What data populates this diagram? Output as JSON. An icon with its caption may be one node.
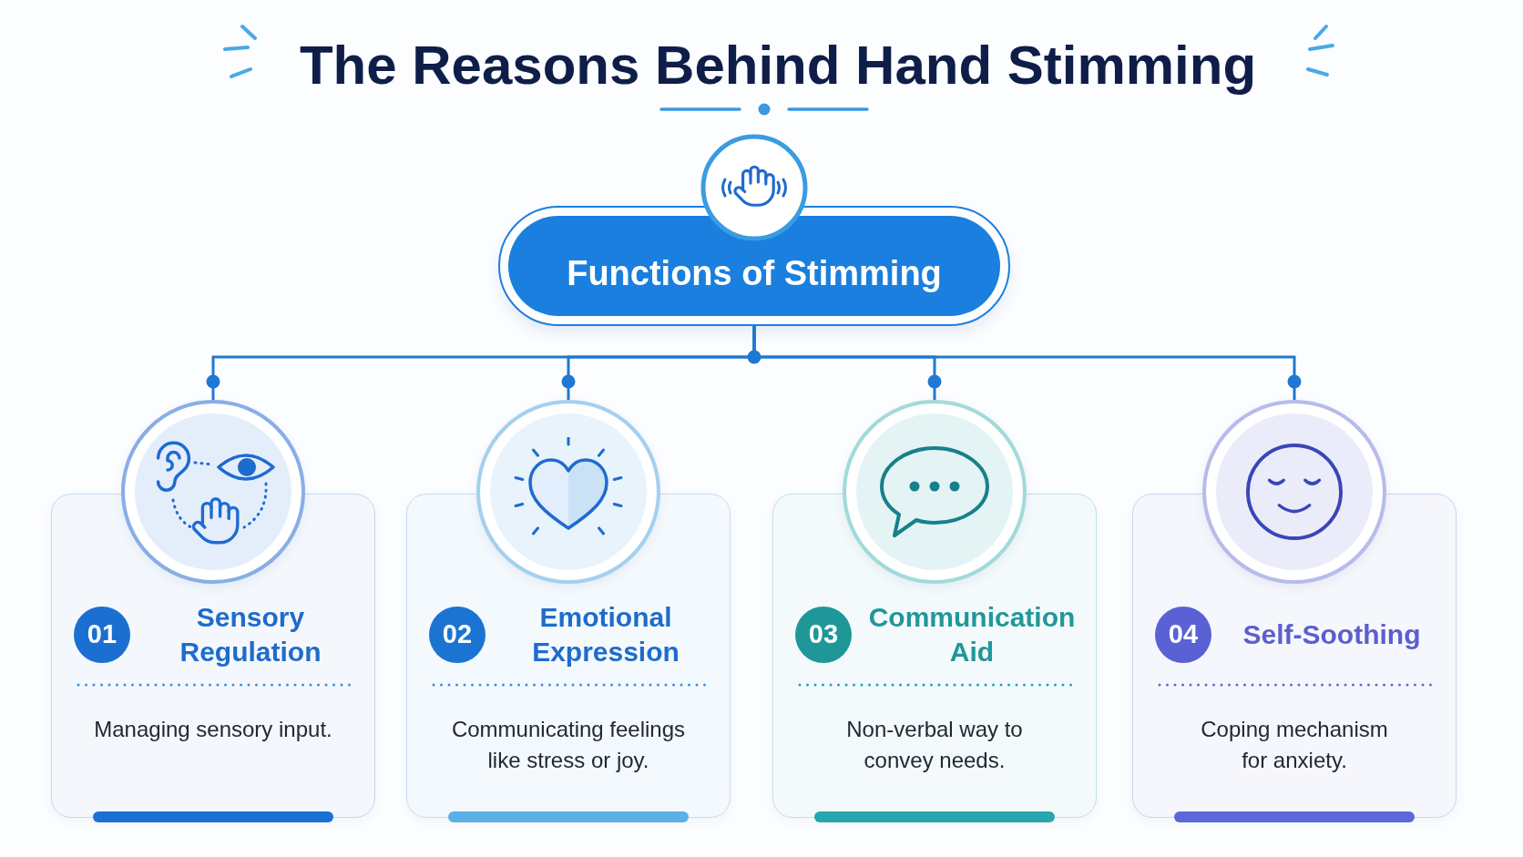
{
  "diagram": {
    "title": "The Reasons Behind Hand Stimming",
    "nodes": [
      {
        "text": [
          "Functions of Stimming"
        ]
      },
      {
        "text": [],
        "shape": "circle"
      },
      {
        "text": [
          "Sensory Regulation",
          "Managing sensory input."
        ]
      },
      {
        "text": [
          "01"
        ],
        "in": 2
      },
      {
        "text": [],
        "shape": "circle"
      },
      {
        "text": [
          "Emotional Expression",
          "Communicating feelings like stress or joy."
        ]
      },
      {
        "text": [
          "02"
        ],
        "in": 5
      },
      {
        "text": [],
        "shape": "circle"
      },
      {
        "text": [
          "Communication Aid",
          "Non-verbal way to convey needs."
        ]
      },
      {
        "text": [
          "03"
        ],
        "in": 8
      },
      {
        "text": [],
        "shape": "circle"
      },
      {
        "text": [
          "Self-Soothing",
          "Coping mechanism for anxiety."
        ]
      },
      {
        "text": [
          "04"
        ],
        "in": 11
      }
    ],
    "edges": [
      {
        "from": 0,
        "to": 1,
        "arrow": "none"
      },
      {
        "from": 0,
        "to": 4,
        "arrow": "none"
      },
      {
        "from": 0,
        "to": 7,
        "arrow": "none"
      },
      {
        "from": 0,
        "to": 10,
        "arrow": "none"
      }
    ]
  }
}
